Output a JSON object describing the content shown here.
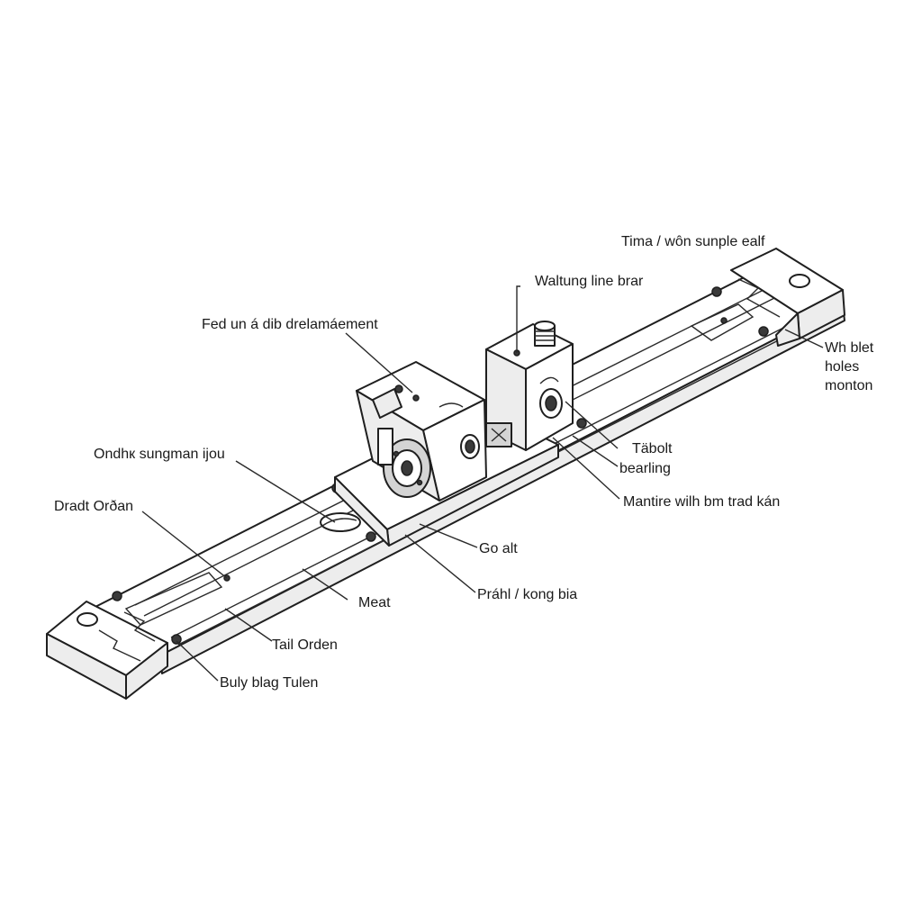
{
  "labels": {
    "tima": "Tima / wôn sunple ealf",
    "waltung": "Waltung line brar",
    "fed": "Fed un á dib drelamáement",
    "whblet_1": "Wh blet",
    "whblet_2": "holes",
    "whblet_3": "monton",
    "ondhk": "Ondhк sungman ijou",
    "tabolt_1": "Täbolt",
    "tabolt_2": "bearling",
    "draclt": "Dradt Orðan",
    "mantire": "Mantire wilh bm trad kán",
    "goalt": "Go alt",
    "meat": "Meat",
    "prahl": "Práhl / kong bia",
    "tail": "Tail  Orden",
    "bulyblag": "Buly blag Tulen"
  }
}
